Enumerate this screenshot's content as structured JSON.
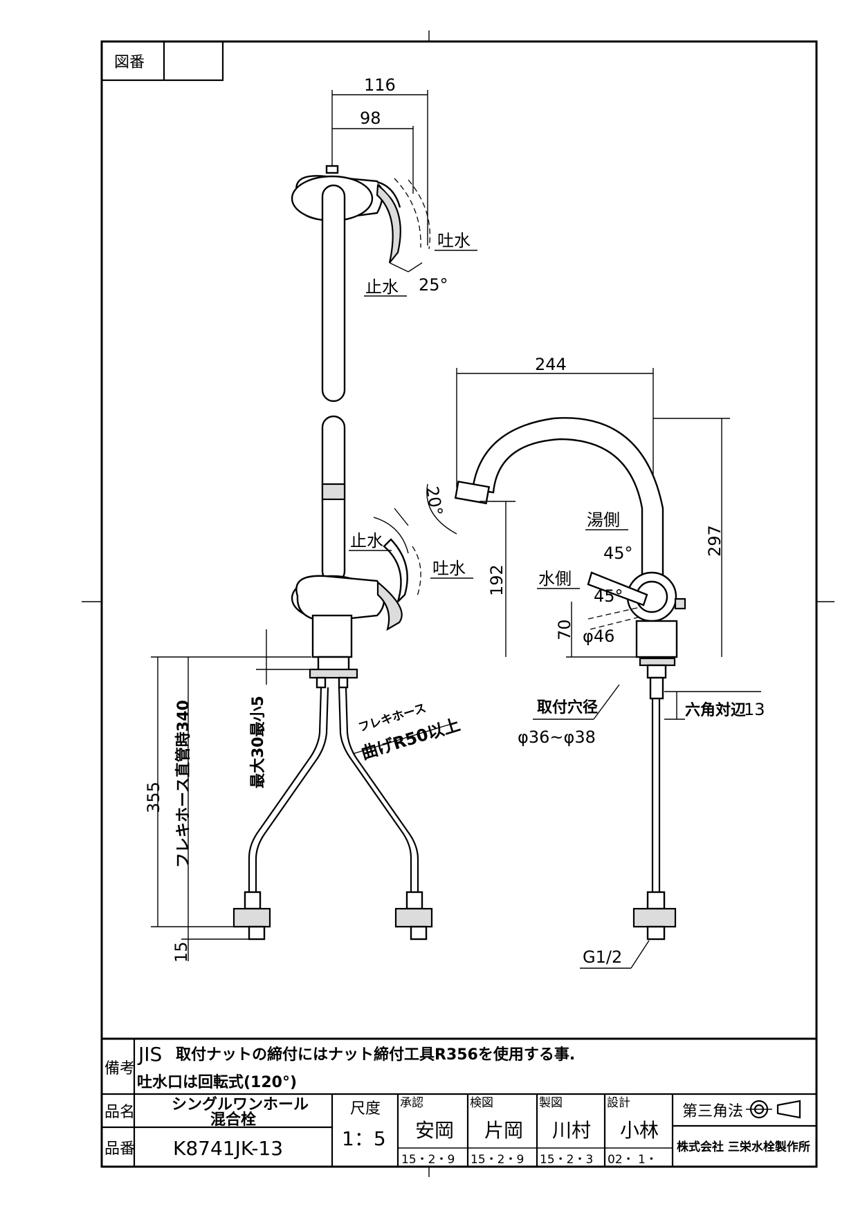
{
  "title_block": {
    "zuban_label": "図番",
    "zuban_value": "",
    "biko_label": "備考",
    "note1_prefix": "JIS",
    "note1_text": "取付ナットの締付にはナット締付工具R356を使用する事.",
    "note2_text": "吐水口は回転式(120°)",
    "hinmei_label": "品名",
    "hinmei_line1": "シングルワンホール",
    "hinmei_line2": "混合栓",
    "hinban_label": "品番",
    "hinban_value": "K8741JK-13",
    "scale_label": "尺度",
    "scale_value": "1：5",
    "approve_label": "承認",
    "approve_name": "安岡",
    "approve_date": "15・2・9",
    "check_label": "検図",
    "check_name": "片岡",
    "check_date": "15・2・9",
    "draw_label": "製図",
    "draw_name": "川村",
    "draw_date": "15・2・3",
    "design_label": "設計",
    "design_name": "小林",
    "design_date": "02・ 1・",
    "projection": "第三角法",
    "company": "株式会社 三栄水栓製作所"
  },
  "dimensions": {
    "top_width_outer": "116",
    "top_width_inner": "98",
    "top_angle": "25°",
    "spout_reach": "244",
    "height_total": "297",
    "height_spout_outlet": "192",
    "spout_angle": "20°",
    "hot_angle": "45°",
    "cold_angle": "45°",
    "lever_height": "70",
    "body_diameter": "φ46",
    "hose_length": "355",
    "hose_straight_length": "フレキホース直管時340",
    "max_counter_thickness": "最大30最小5",
    "bottom_offset": "15",
    "hex_label": "六角対辺",
    "hex_value": "13",
    "mount_hole_label": "取付穴径",
    "mount_hole_value": "φ36~φ38",
    "thread": "G1/2",
    "bend_label_1": "フレキホース",
    "bend_label_2": "曲げR50以上"
  },
  "labels": {
    "water_out_top": "吐水",
    "water_stop_top": "止水",
    "water_stop_mid": "止水",
    "water_out_mid": "吐水",
    "hot_side": "湯側",
    "cold_side": "水側"
  }
}
